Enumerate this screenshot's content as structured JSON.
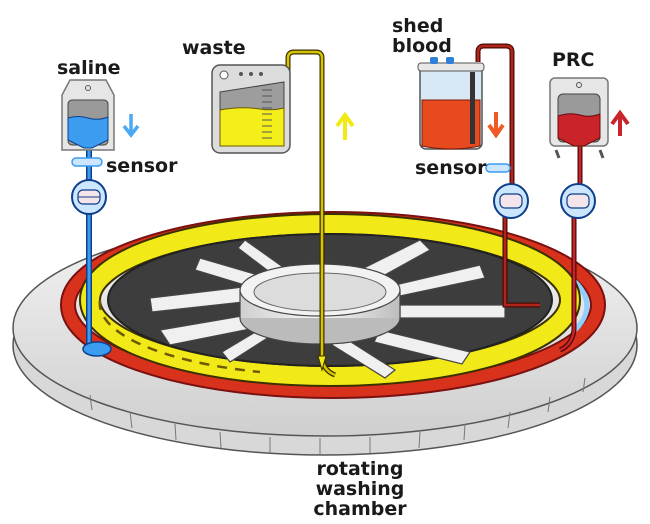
{
  "labels": {
    "saline": "saline",
    "waste": "waste",
    "shed_blood": [
      "shed",
      "blood"
    ],
    "prc": "PRC",
    "sensor_left": "sensor",
    "sensor_right": "sensor",
    "chamber": [
      "rotating",
      "washing",
      "chamber"
    ]
  },
  "colors": {
    "saline": "#3b9cf0",
    "waste": "#f2ea18",
    "blood": "#d9321c",
    "prc": "#c8242a",
    "tube_dark": "#8b1a12",
    "waste_tube": "#c9a800"
  },
  "icons": {
    "saline_flow": "arrow-down",
    "waste_flow": "arrow-up",
    "shed_blood_flow": "arrow-down",
    "prc_flow": "arrow-up"
  }
}
